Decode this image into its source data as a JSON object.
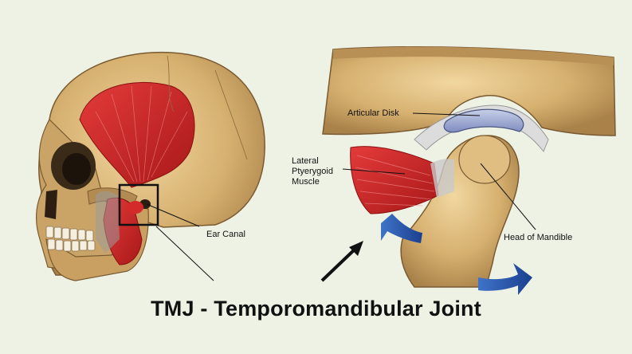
{
  "title": "TMJ - Temporomandibular Joint",
  "labels": {
    "ear_canal": "Ear Canal",
    "articular_disk": "Articular Disk",
    "lateral_pterygoid": [
      "Lateral",
      "Ptyerygoid",
      "Muscle"
    ],
    "head_of_mandible": "Head of Mandible"
  },
  "colors": {
    "background": "#eef2e4",
    "bone": "#d8b57a",
    "muscle": "#d42a2a",
    "disk": "#9aa6cf",
    "arrow_blue": "#1f4fa8"
  }
}
